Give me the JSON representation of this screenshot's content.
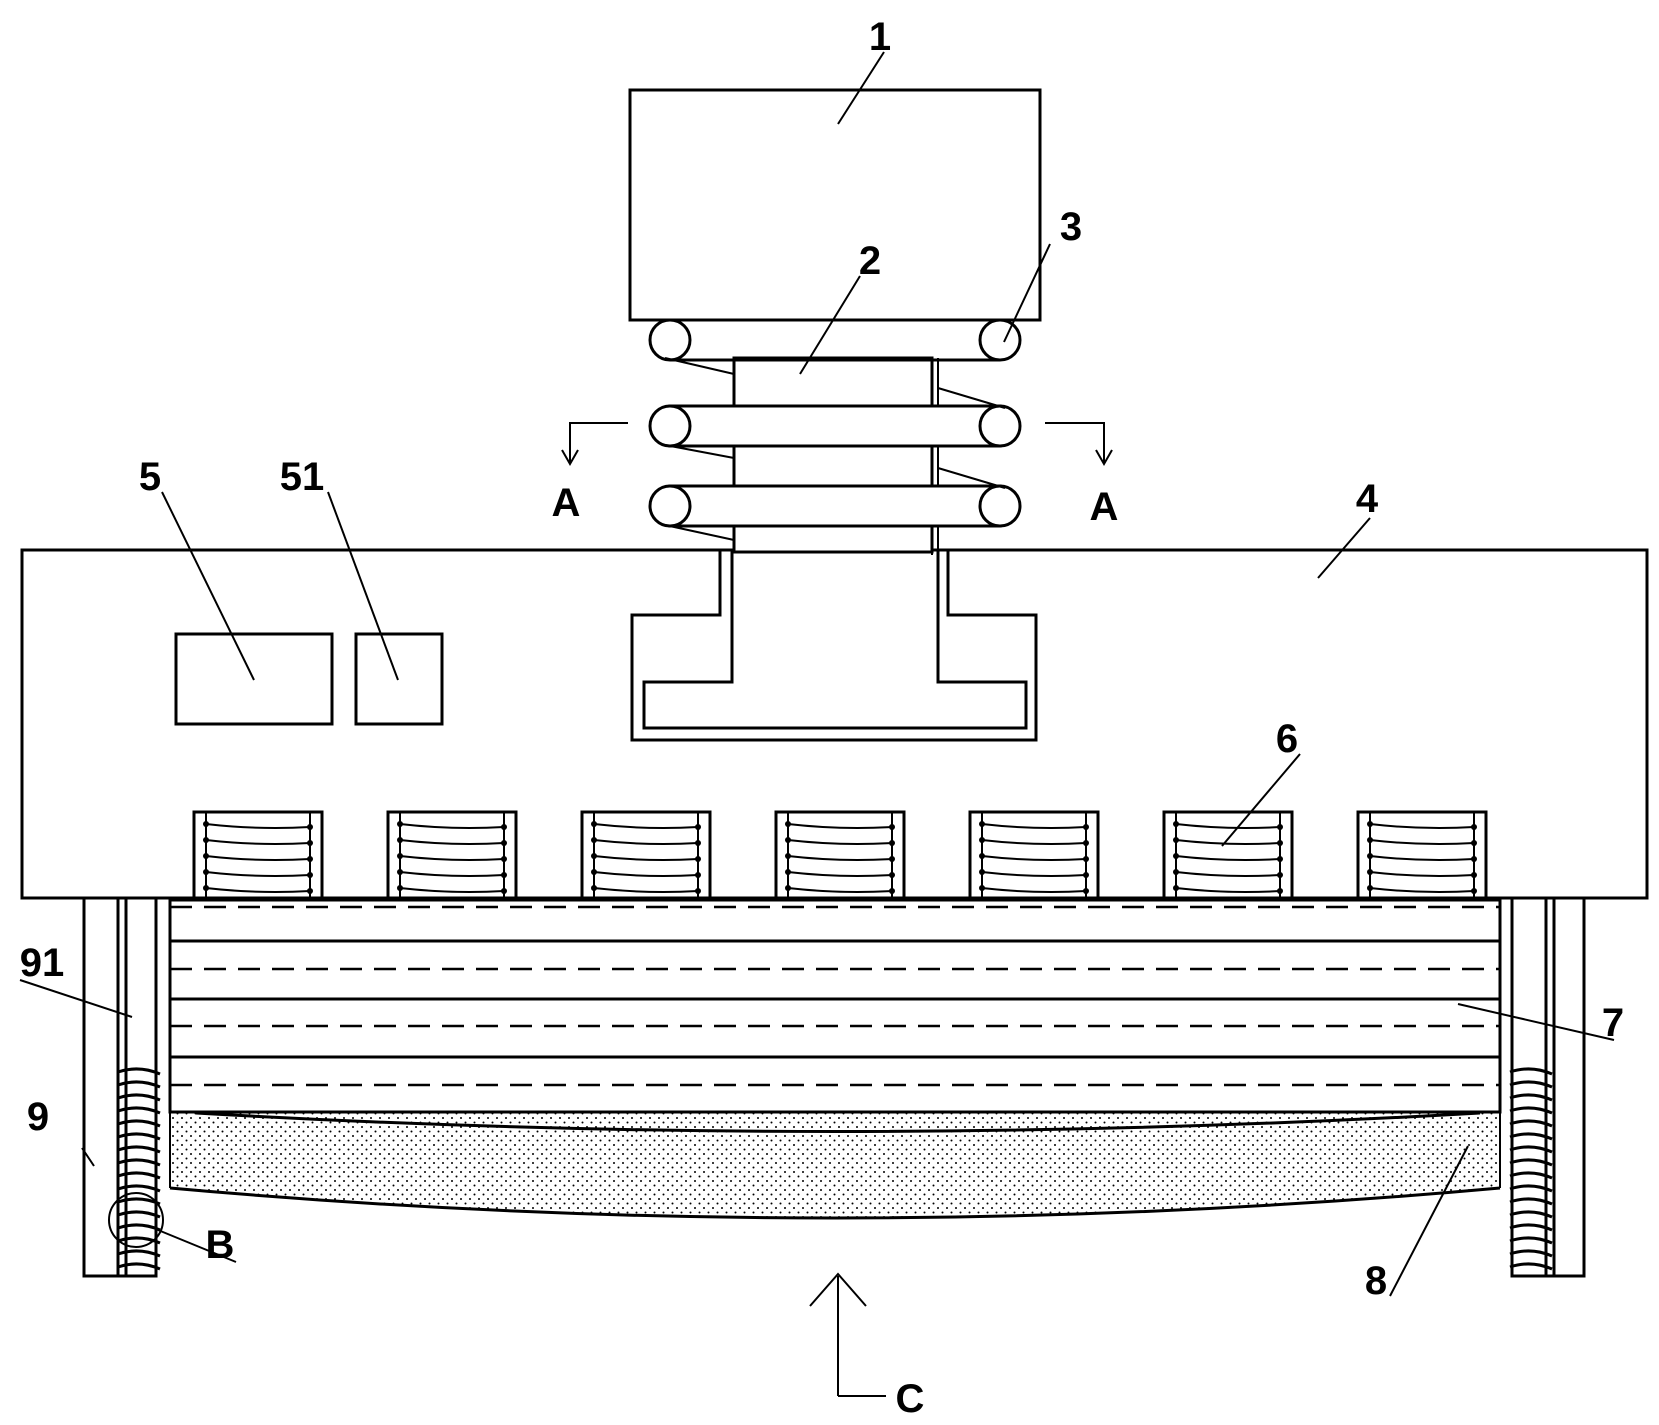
{
  "labels": {
    "part_1": "1",
    "part_2": "2",
    "part_3": "3",
    "part_4": "4",
    "part_5": "5",
    "part_51": "51",
    "part_6": "6",
    "part_7": "7",
    "part_8": "8",
    "part_9": "9",
    "part_91": "91",
    "section_a_left": "A",
    "section_a_right": "A",
    "detail_b": "B",
    "view_c": "C"
  },
  "coil_blocks_count": 7,
  "spring_loops_count": 3
}
